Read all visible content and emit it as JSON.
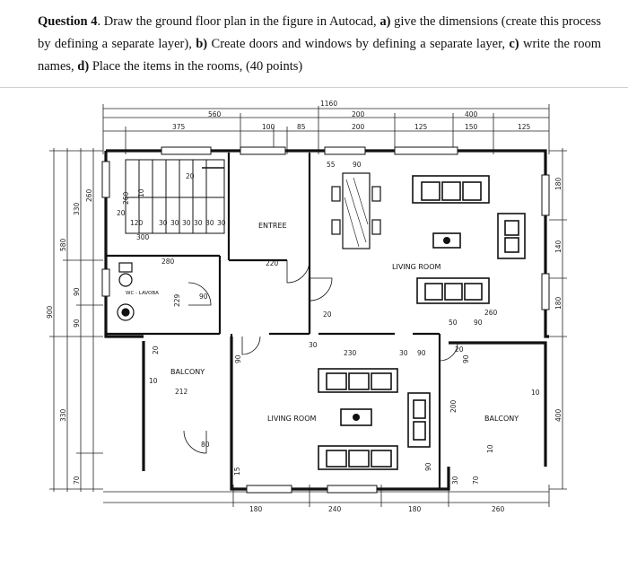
{
  "question": {
    "number": "Question 4",
    "intro": ". Draw the ground floor plan in the figure in Autocad, ",
    "a_marker": "a)",
    "a_text": " give the dimensions (create this process by defining a separate layer), ",
    "b_marker": "b)",
    "b_text": " Create doors and windows by defining a separate layer, ",
    "c_marker": "c)",
    "c_text": " write the room names, ",
    "d_marker": "d)",
    "d_text": " Place the items in the rooms, (40 points)"
  },
  "plan": {
    "rooms": {
      "entree": "ENTREE",
      "living_room_upper": "LIVING ROOM",
      "living_room_lower": "LIVING ROOM",
      "wc": "WC - LAVOBA",
      "balcony_left": "BALCONY",
      "balcony_right": "BALCONY"
    },
    "top_dims": {
      "overall": "1160",
      "left_block": "560",
      "right_block": "400",
      "mid_block": "200",
      "seg_375": "375",
      "seg_100": "100",
      "seg_85": "85",
      "seg_200": "200",
      "seg_125a": "125",
      "seg_150": "150",
      "seg_125b": "125"
    },
    "bottom_dims": {
      "d180a": "180",
      "d240": "240",
      "d180b": "180",
      "d260": "260"
    },
    "left_dims": {
      "total": "900",
      "upper": "580",
      "lower": "330",
      "d330": "330",
      "d260": "260",
      "d90a": "90",
      "d90b": "90",
      "d70": "70"
    },
    "right_dims": {
      "d180a": "180",
      "d140": "140",
      "d180b": "180",
      "d400": "400"
    },
    "interior_dims": {
      "stair_120": "120",
      "stair_300": "300",
      "stair_20a": "20",
      "stair_20b": "20",
      "stair_10": "10",
      "treads": [
        "30",
        "30",
        "30",
        "30",
        "30",
        "30"
      ],
      "d260": "260",
      "d280": "280",
      "d220": "220",
      "d229": "229",
      "d90": "90",
      "d55": "55",
      "d90b": "90",
      "d20": "20",
      "d230": "230",
      "d30a": "30",
      "d90c": "90",
      "d30b": "30",
      "d50": "50",
      "d90d": "90",
      "d260b": "260",
      "d20b": "20",
      "d90e": "90",
      "d212": "212",
      "d10a": "10",
      "d10b": "10",
      "d20c": "20",
      "d80": "80",
      "d15": "15",
      "d200": "200",
      "d90f": "90",
      "d30c": "30",
      "d70": "70",
      "d10c": "10",
      "d90g": "90"
    }
  }
}
